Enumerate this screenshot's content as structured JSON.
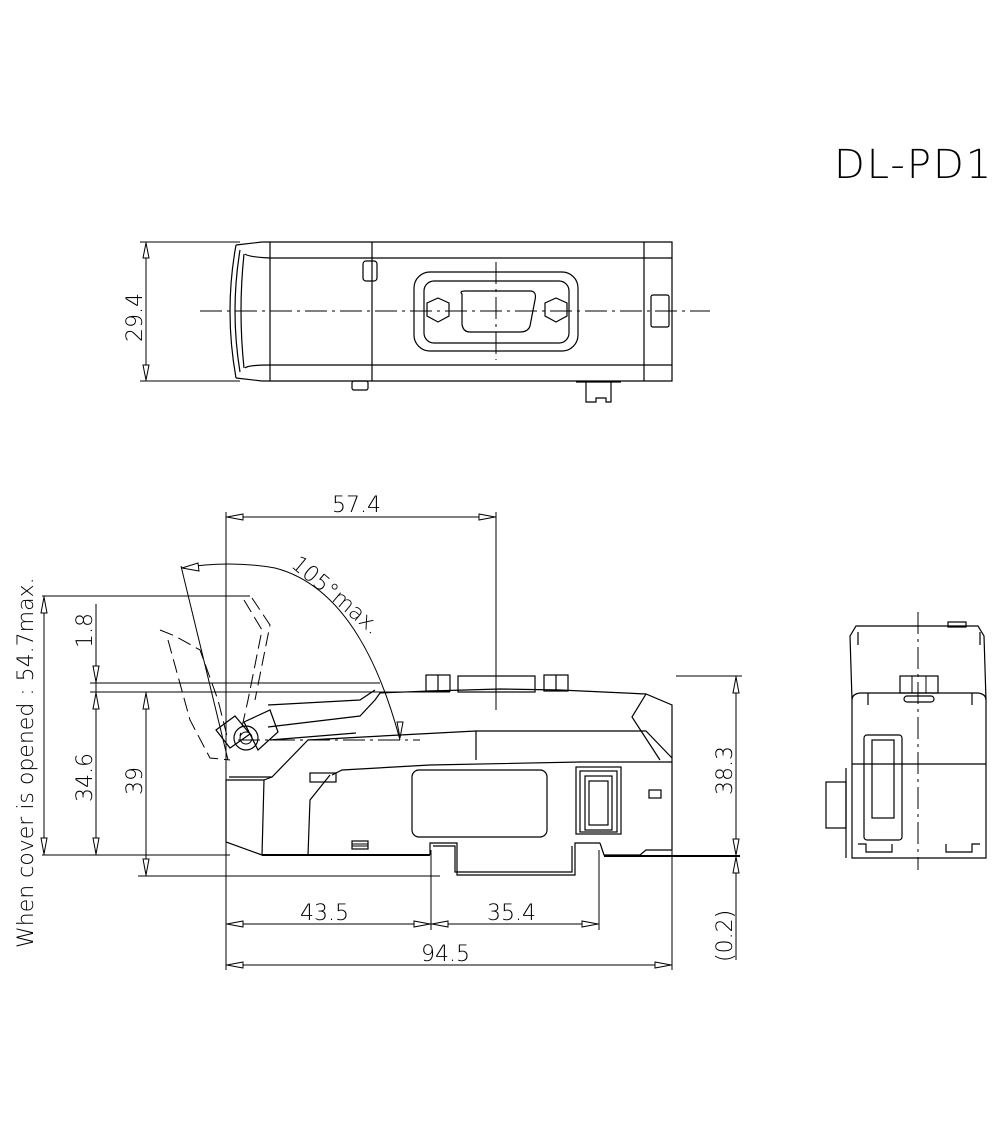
{
  "drawing": {
    "model": "DL-PD1",
    "views": {
      "top_view": {
        "dimensions": {
          "width": "29.4"
        }
      },
      "side_view": {
        "dimensions": {
          "top_connector_offset": "57.4",
          "cover_angle": "105°max.",
          "cover_open_height_note": "When cover is opened : 54.7max.",
          "cover_gap": "1.8",
          "body_height_front": "34.6",
          "overall_height_rear": "39",
          "body_height": "38.3",
          "din_clearance": "(0.2)",
          "front_to_rail": "43.5",
          "rail_to_rear_tab": "35.4",
          "overall_length": "94.5"
        }
      },
      "end_view": {}
    }
  }
}
